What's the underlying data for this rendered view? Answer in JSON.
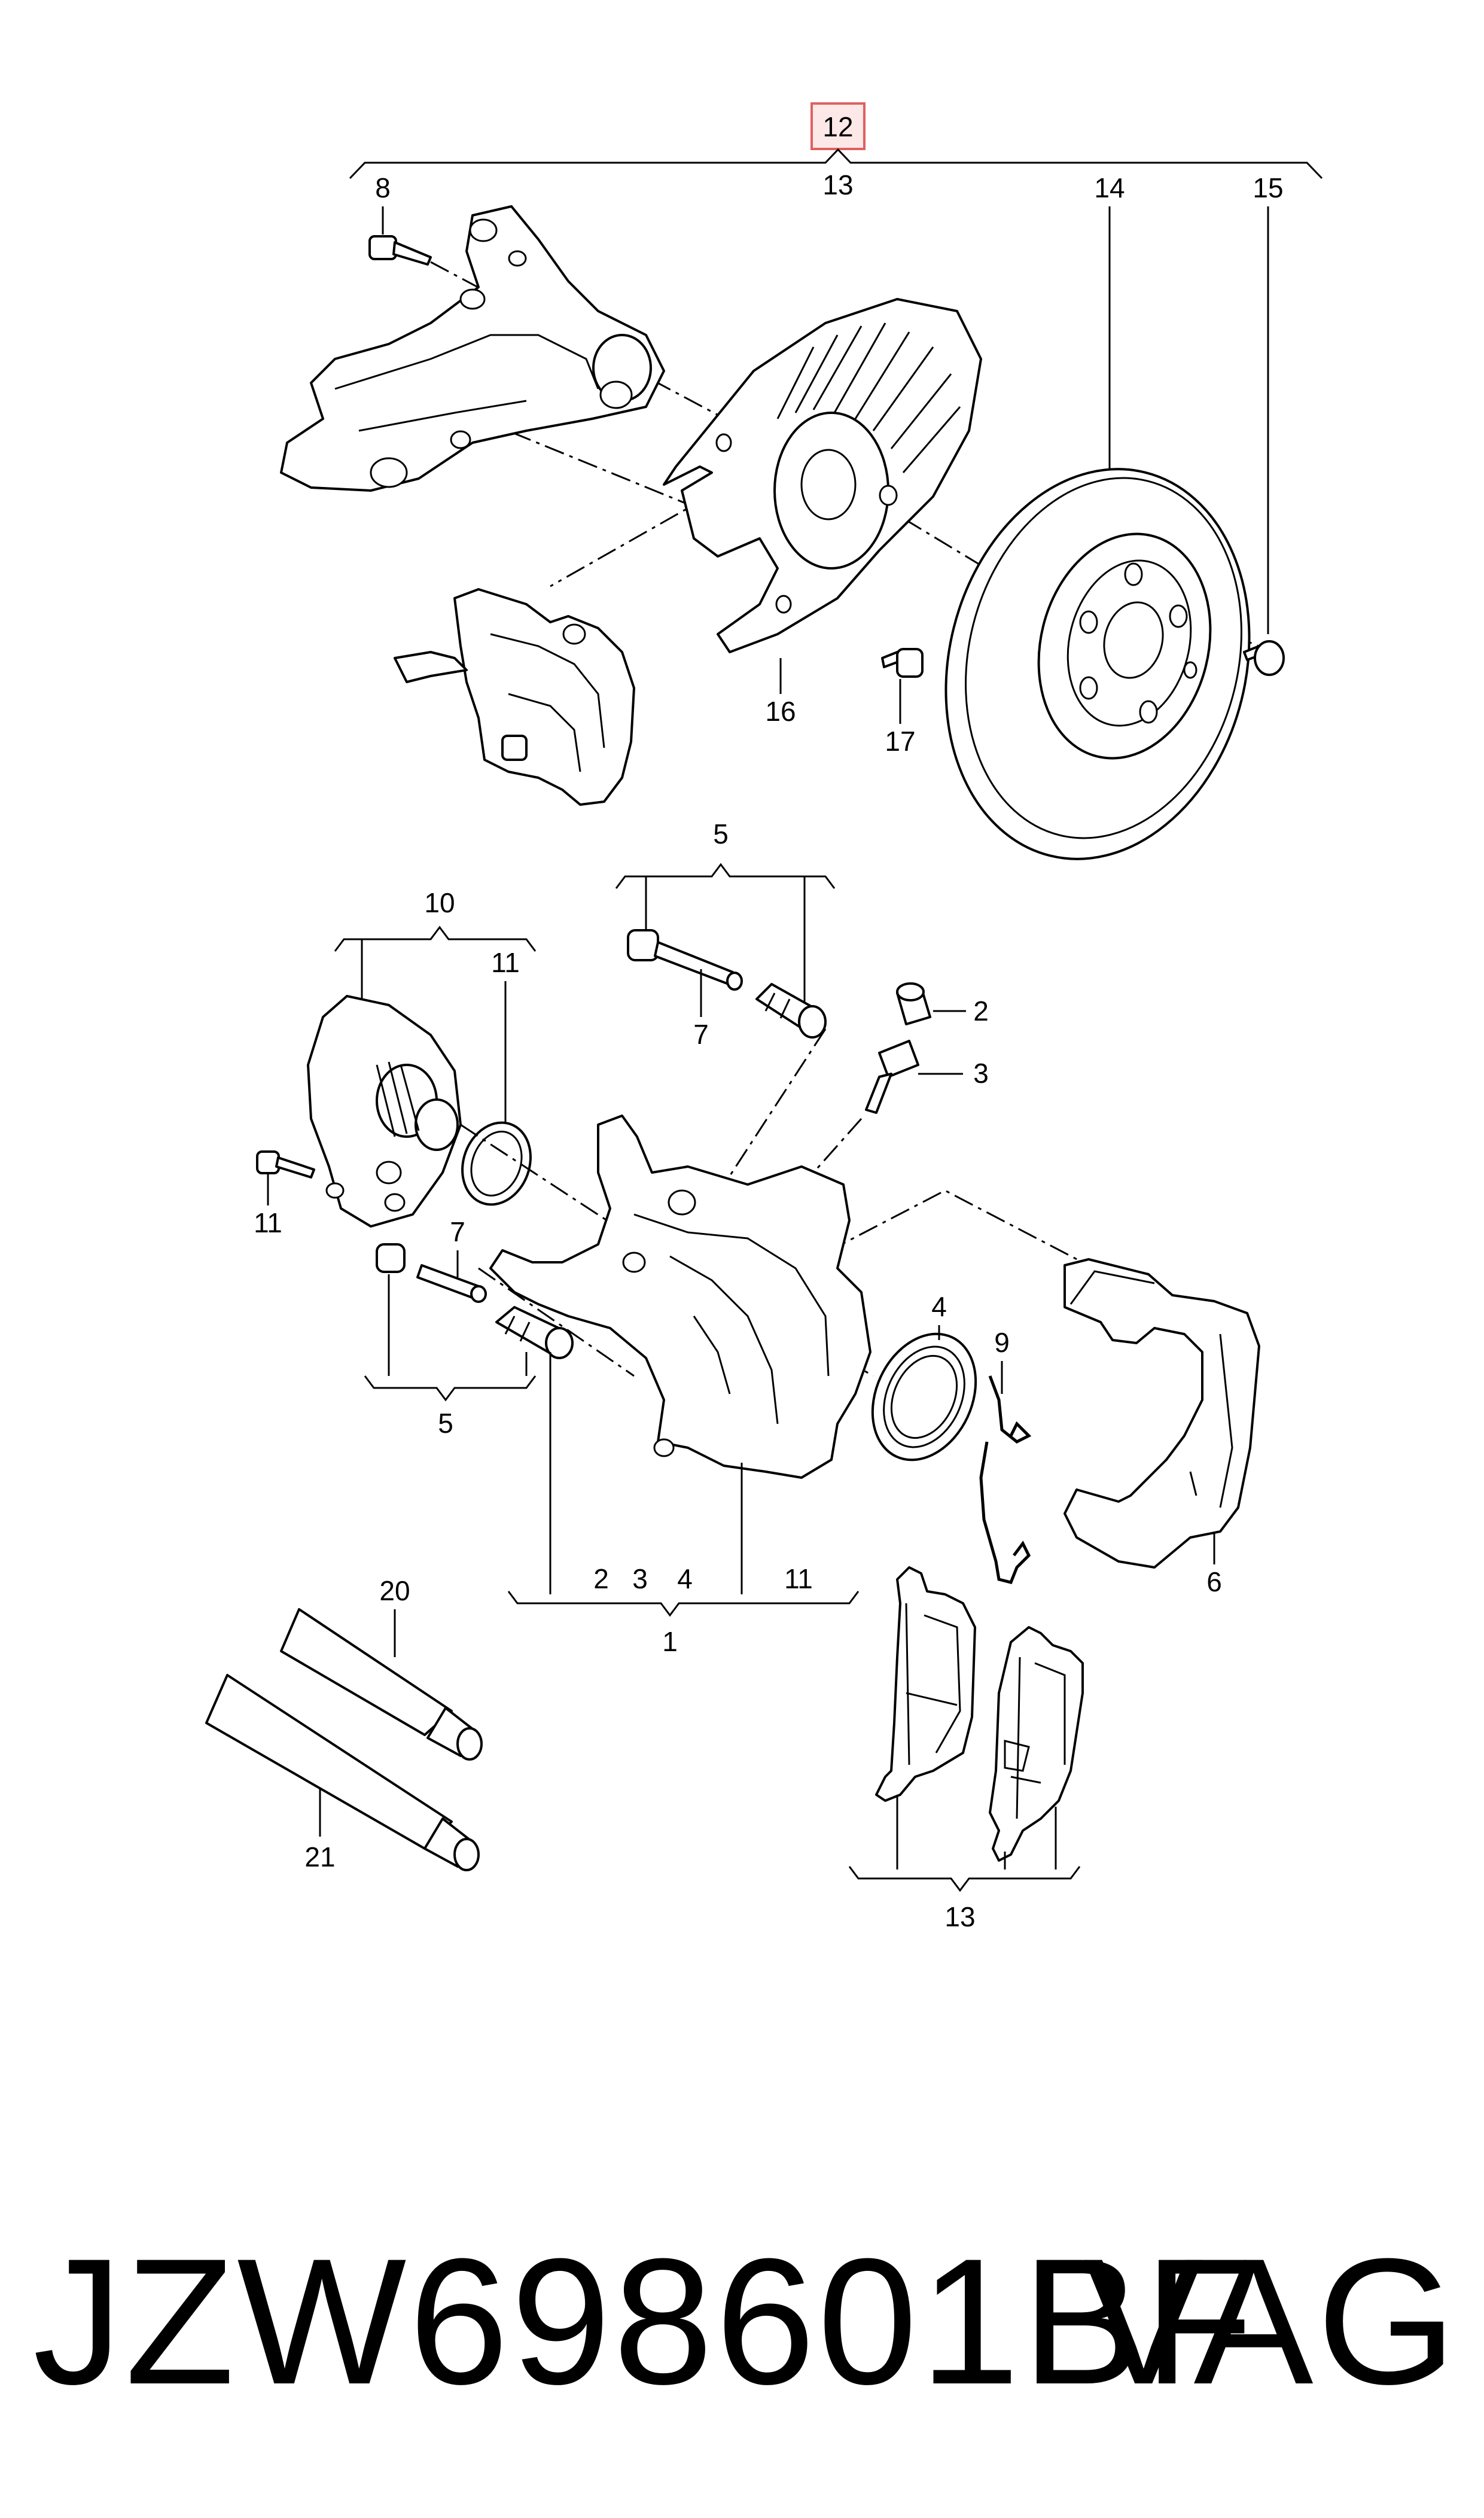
{
  "callouts": {
    "c12_box": "12",
    "c13_top": "13",
    "c8": "8",
    "c14": "14",
    "c15": "15",
    "c16": "16",
    "c17": "17",
    "c5_top": "5",
    "c10": "10",
    "c11_right": "11",
    "c2": "2",
    "c3": "3",
    "c7_top": "7",
    "c11_left": "11",
    "c4": "4",
    "c9": "9",
    "c7_mid": "7",
    "c5_bottom": "5",
    "c1_2": "2",
    "c1_3": "3",
    "c1_4": "4",
    "c1_11": "11",
    "c1": "1",
    "c6": "6",
    "c20": "20",
    "c21": "21",
    "c13_bottom": "13"
  },
  "footer": {
    "part_number": "JZW698601BF",
    "brand": "VAG"
  },
  "colors": {
    "highlight_box": "#e06060",
    "highlight_fill": "#fde8e8",
    "ink": "#000000"
  }
}
